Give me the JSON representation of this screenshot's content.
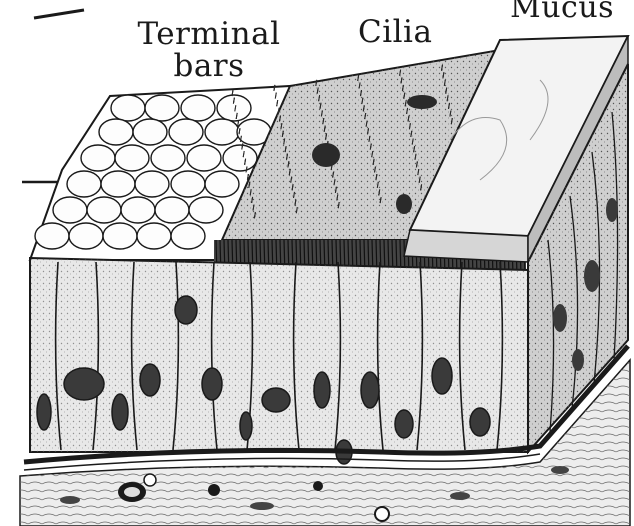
{
  "labels": {
    "terminal_bars_line1": "Terminal",
    "terminal_bars_line2": "bars",
    "cilia": "Cilia",
    "mucus": "Mucus"
  },
  "colors": {
    "ink": "#1a1a1a",
    "paper": "#ffffff",
    "cilia_tone": "#6b6b6b",
    "nucleus": "#3a3a3a"
  }
}
